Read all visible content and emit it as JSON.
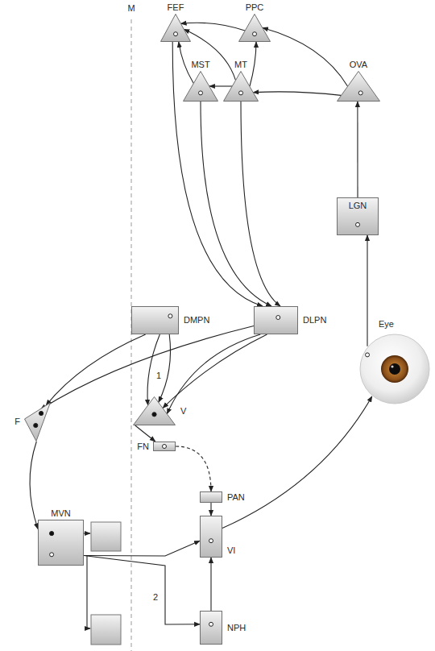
{
  "diagram": {
    "nodes": [
      {
        "text": [
          "FEF"
        ]
      },
      {
        "text": [
          "PPC"
        ]
      },
      {
        "text": [
          "MST"
        ]
      },
      {
        "text": [
          "MT"
        ]
      },
      {
        "text": [
          "OVA"
        ]
      },
      {
        "text": [
          "LGN"
        ]
      },
      {
        "text": [
          "DMPN"
        ]
      },
      {
        "text": [
          "DLPN"
        ]
      },
      {
        "text": [
          "Eye"
        ]
      },
      {
        "text": [
          "F"
        ]
      },
      {
        "text": [
          "V"
        ]
      },
      {
        "text": [
          "FN"
        ]
      },
      {
        "text": [
          "PAN"
        ]
      },
      {
        "text": [
          "VI"
        ]
      },
      {
        "text": [
          "MVN"
        ]
      },
      {
        "text": [
          "NPH"
        ]
      }
    ],
    "edges": [
      {
        "from": 4,
        "to": 3,
        "arrow": "to"
      },
      {
        "from": 4,
        "to": 1,
        "arrow": "to"
      },
      {
        "from": 3,
        "to": 1,
        "arrow": "to"
      },
      {
        "from": 3,
        "to": 2,
        "arrow": "to"
      },
      {
        "from": 3,
        "to": 0,
        "arrow": "to"
      },
      {
        "from": 2,
        "to": 0,
        "arrow": "to"
      },
      {
        "from": 1,
        "to": 0,
        "arrow": "to"
      },
      {
        "from": 5,
        "to": 4,
        "arrow": "to"
      },
      {
        "from": 8,
        "to": 5,
        "arrow": "to"
      },
      {
        "from": 0,
        "to": 7,
        "arrow": "to"
      },
      {
        "from": 2,
        "to": 7,
        "arrow": "to"
      },
      {
        "from": 3,
        "to": 7,
        "arrow": "to"
      },
      {
        "from": 6,
        "to": 10,
        "arrow": "to"
      },
      {
        "from": 6,
        "to": 10,
        "arrow": "to"
      },
      {
        "from": 6,
        "to": 9,
        "arrow": "to"
      },
      {
        "from": 7,
        "to": 10,
        "arrow": "to"
      },
      {
        "from": 7,
        "to": 10,
        "arrow": "to"
      },
      {
        "from": 7,
        "to": 9,
        "arrow": "to"
      },
      {
        "from": 10,
        "to": 11,
        "arrow": "to"
      },
      {
        "from": 11,
        "to": 12,
        "arrow": "to"
      },
      {
        "from": 12,
        "to": 13,
        "arrow": "to"
      },
      {
        "from": 15,
        "to": 13,
        "arrow": "to"
      },
      {
        "from": 9,
        "to": 14,
        "arrow": "to"
      },
      {
        "from": 14,
        "to": 13,
        "arrow": "to"
      },
      {
        "from": 14,
        "to": 15,
        "arrow": "to"
      },
      {
        "from": 13,
        "to": 8,
        "arrow": "to"
      }
    ],
    "labels": [
      "M",
      "1",
      "2"
    ]
  }
}
